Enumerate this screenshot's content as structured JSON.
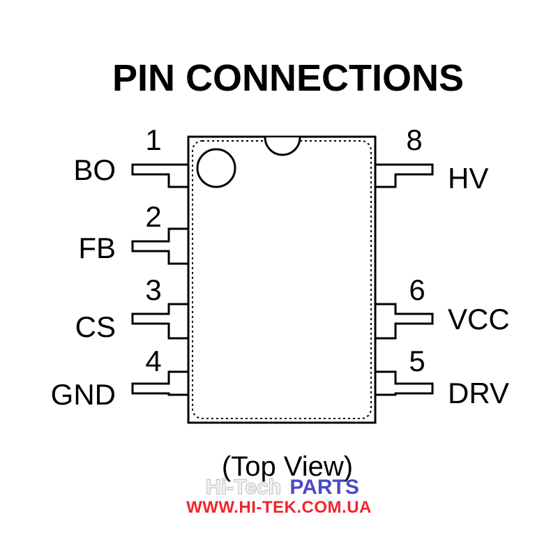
{
  "title": "PIN CONNECTIONS",
  "caption": "(Top View)",
  "pins": {
    "p1": {
      "number": "1",
      "name": "BO"
    },
    "p2": {
      "number": "2",
      "name": "FB"
    },
    "p3": {
      "number": "3",
      "name": "CS"
    },
    "p4": {
      "number": "4",
      "name": "GND"
    },
    "p5": {
      "number": "5",
      "name": "DRV"
    },
    "p6": {
      "number": "6",
      "name": "VCC"
    },
    "p8": {
      "number": "8",
      "name": "HV"
    }
  },
  "watermark": {
    "brand_part1": "Hi-Tech",
    "brand_part2": "PARTS",
    "url": "WWW.HI-TEK.COM.UA"
  },
  "colors": {
    "ink": "#000000",
    "watermark_brand": "#4b49c8",
    "watermark_url": "#f1242a"
  }
}
